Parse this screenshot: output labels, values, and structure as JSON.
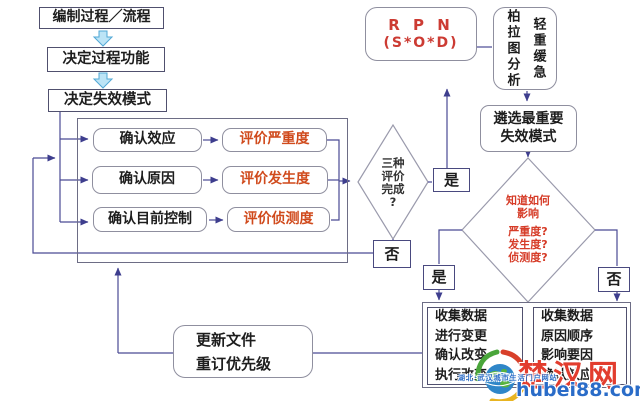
{
  "diagram": {
    "process_chain": {
      "step1": "编制过程／流程",
      "step2": "决定过程功能",
      "step3": "决定失效模式"
    },
    "analysis_loop": {
      "rows": [
        {
          "confirm": "确认效应",
          "evaluate": "评价严重度"
        },
        {
          "confirm": "确认原因",
          "evaluate": "评价发生度"
        },
        {
          "confirm": "确认目前控制",
          "evaluate": "评价侦测度"
        }
      ]
    },
    "decision_complete": {
      "line1": "三种",
      "line2": "评价",
      "line3": "完成",
      "line4": "?"
    },
    "yes_label": "是",
    "no_label": "否",
    "rpn": {
      "line1": "R P N",
      "line2": "(S*O*D)"
    },
    "pareto": {
      "col_left": "柏拉图分析",
      "col_right": "轻重缓急"
    },
    "select_mode": {
      "line1": "遴选最重要",
      "line2": "失效模式"
    },
    "decision_know": {
      "line1": "知道如何",
      "line2": "影响",
      "line3": "严重度?",
      "line4": "发生度?",
      "line5": "侦测度?"
    },
    "collect_change": {
      "line1": "收集数据",
      "line2": "进行变更",
      "line3": "确认改变",
      "line4": "执行改变"
    },
    "collect_cause": {
      "line1": "收集数据",
      "line2": "原因顺序",
      "line3": "影响要因",
      "line4": "确认效应"
    },
    "update_docs": {
      "line1": "更新文件",
      "line2": "重订优先级"
    }
  },
  "watermark": {
    "site_name": "楚汉网",
    "site_url": "hubei88.com",
    "tagline": "湖北·武汉城市生活门户网站"
  },
  "colors": {
    "connector": "#4a4a94",
    "evaluate_text": "#d04a1c",
    "rpn_text": "#cc3b33",
    "decision_know_text": "#d63c28",
    "flow_arrow_fill": "#bce4f6",
    "watermark_red": "#e23d2e",
    "watermark_blue": "#2a6cc8"
  }
}
